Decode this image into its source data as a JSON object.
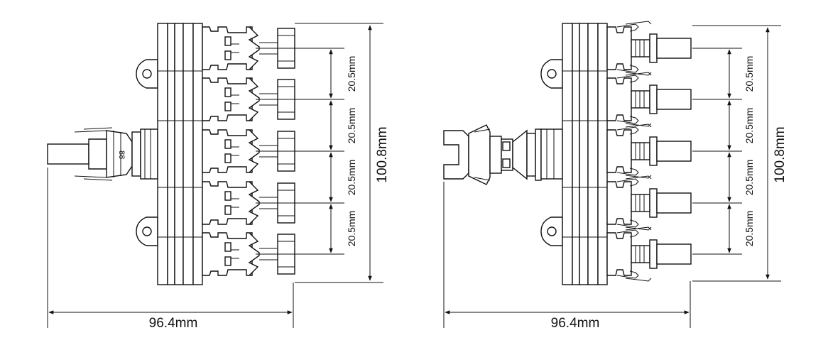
{
  "left_drawing": {
    "width_label": "96.4mm",
    "height_label": "100.8mm",
    "pitch_labels": [
      "20.5mm",
      "20.5mm",
      "20.5mm",
      "20.5mm"
    ],
    "stem_marking": "88"
  },
  "right_drawing": {
    "width_label": "96.4mm",
    "height_label": "100.8mm",
    "pitch_labels": [
      "20.5mm",
      "20.5mm",
      "20.5mm",
      "20.5mm"
    ]
  }
}
